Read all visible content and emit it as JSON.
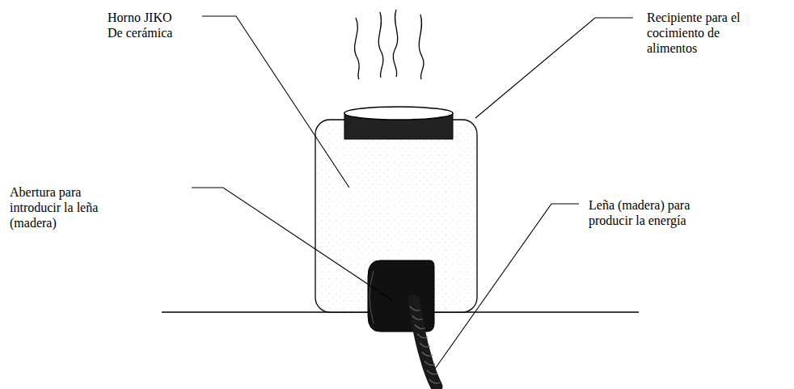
{
  "diagram": {
    "labels": [
      "Horno JIKO De cerámica",
      "Recipiente para el cocimiento de alimentos",
      "Abertura para introducir la leña (madera)",
      "Leña (madera) para producir la energía"
    ]
  }
}
